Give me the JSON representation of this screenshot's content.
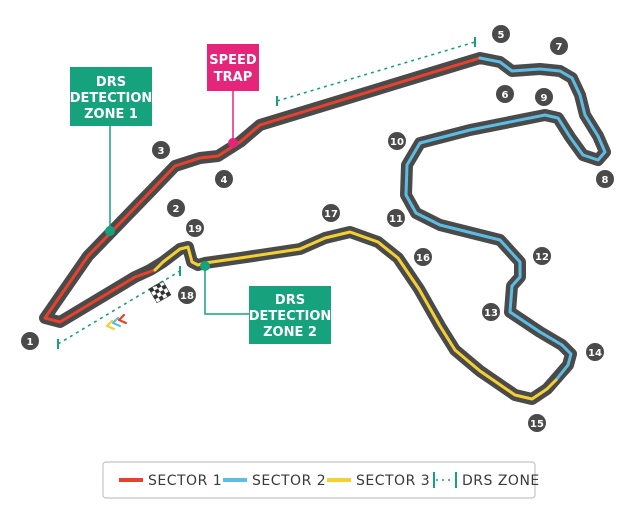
{
  "colors": {
    "track": "#4a4a4a",
    "sector1": "#e8412c",
    "sector2": "#5bbde4",
    "sector3": "#f5d033",
    "drs": "#15a27d",
    "speed_trap": "#e4257a",
    "corner_marker": "#4a4a4a",
    "legend_border": "#c4c4c4"
  },
  "corners": [
    "1",
    "2",
    "3",
    "4",
    "5",
    "6",
    "7",
    "8",
    "9",
    "10",
    "11",
    "12",
    "13",
    "14",
    "15",
    "16",
    "17",
    "18",
    "19"
  ],
  "callouts": {
    "drs_detection_1": [
      "DRS",
      "DETECTION",
      "ZONE 1"
    ],
    "drs_detection_2": [
      "DRS",
      "DETECTION",
      "ZONE 2"
    ],
    "speed_trap": [
      "SPEED",
      "TRAP"
    ]
  },
  "legend": {
    "sector1": "SECTOR 1",
    "sector2": "SECTOR 2",
    "sector3": "SECTOR 3",
    "drs_zone": "DRS ZONE"
  },
  "icons": [
    "start-finish-flag-icon",
    "direction-chevrons-icon"
  ]
}
